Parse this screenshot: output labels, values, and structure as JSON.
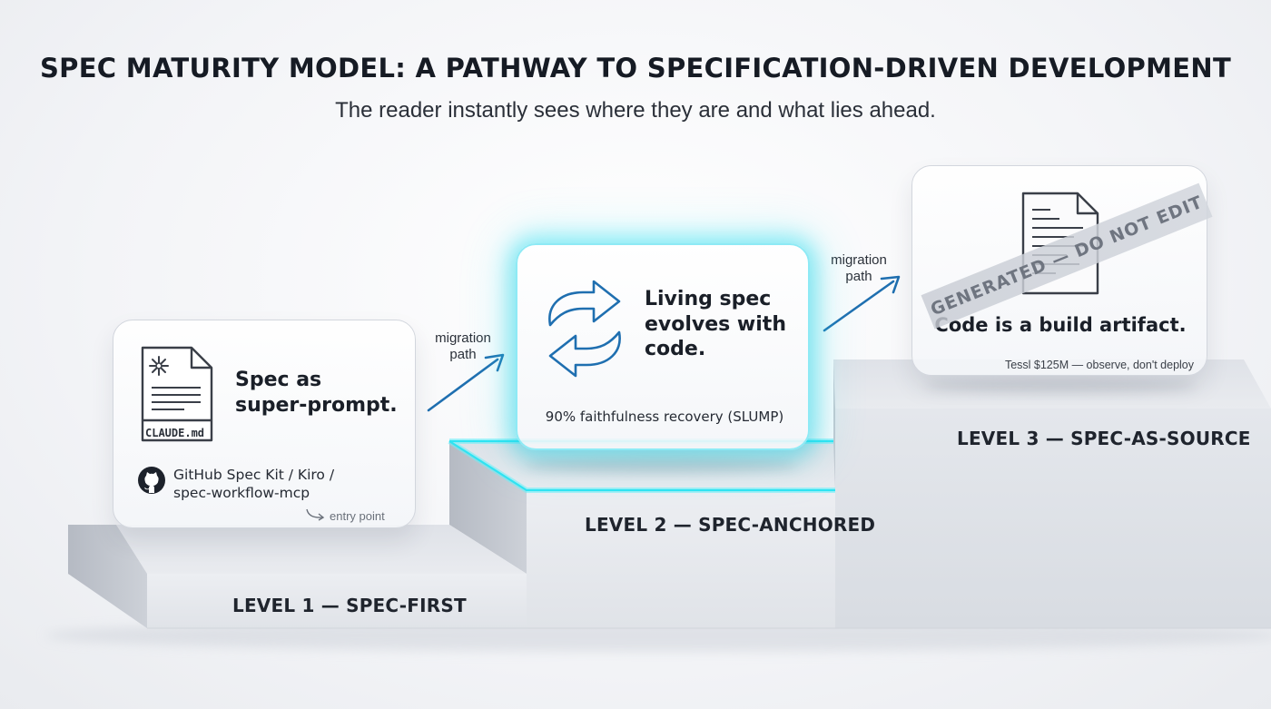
{
  "title": "SPEC MATURITY MODEL: A PATHWAY TO SPECIFICATION-DRIVEN DEVELOPMENT",
  "subtitle": "The reader instantly sees where they are and what lies ahead.",
  "levels": [
    {
      "label": "LEVEL 1 — SPEC-FIRST",
      "card_line1": "Spec as",
      "card_line2": "super-prompt.",
      "file_label": "CLAUDE.md",
      "tools_line1": "GitHub Spec Kit / Kiro /",
      "tools_line2": "spec-workflow-mcp",
      "entry_note": "entry point",
      "icons": [
        "document-icon",
        "sparkle-icon",
        "github-icon",
        "curved-arrow-icon"
      ]
    },
    {
      "label": "LEVEL 2 — SPEC-ANCHORED",
      "card_line1": "Living spec",
      "card_line2": "evolves with",
      "card_line3": "code.",
      "metric": "90% faithfulness recovery (SLUMP)",
      "glow_color": "#2fe4f2",
      "icons": [
        "sync-arrows-icon"
      ]
    },
    {
      "label": "LEVEL 3 — SPEC-AS-SOURCE",
      "card_line1": "Code is a build artifact.",
      "banner": "GENERATED — DO NOT EDIT",
      "note": "Tessl $125M — observe, don't deploy",
      "icons": [
        "document-icon"
      ]
    }
  ],
  "migrations": [
    {
      "line1": "migration",
      "line2": "path"
    },
    {
      "line1": "migration",
      "line2": "path"
    }
  ],
  "colors": {
    "arrow": "#1f6fb0",
    "glow": "#2fe4f2",
    "title": "#161b24"
  }
}
